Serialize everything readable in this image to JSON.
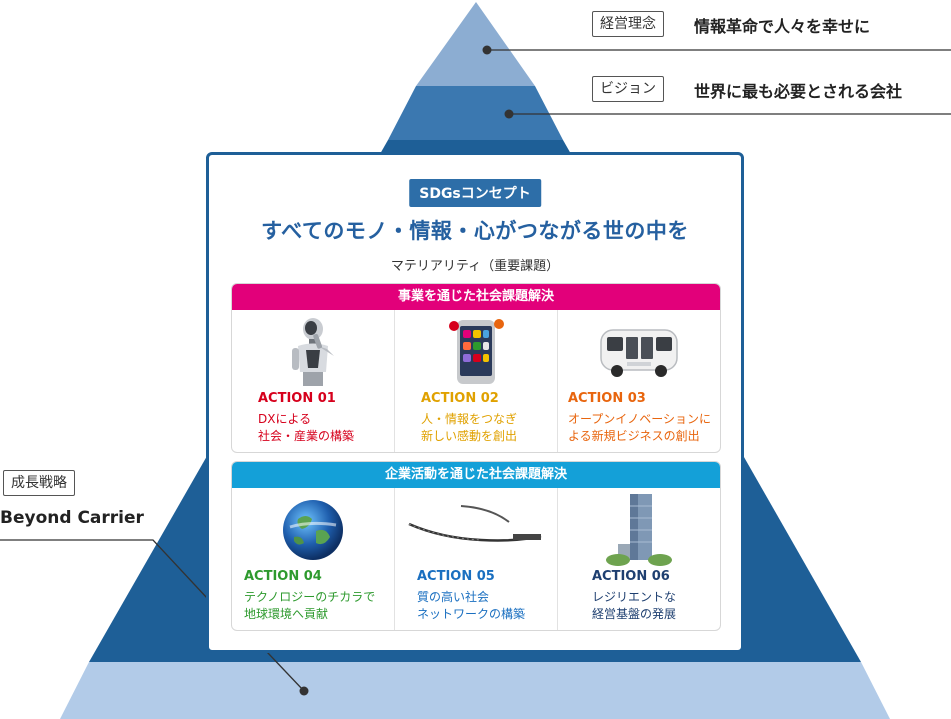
{
  "philosophy": {
    "tag": "経営理念",
    "text": "情報革命で人々を幸せに"
  },
  "vision": {
    "tag": "ビジョン",
    "text": "世界に最も必要とされる会社"
  },
  "strategy": {
    "tag": "成長戦略",
    "text": "Beyond Carrier"
  },
  "concept": {
    "badge": "SDGsコンセプト",
    "headline": "すべてのモノ・情報・心がつながる世の中を",
    "materiality": "マテリアリティ（重要課題）"
  },
  "sections": [
    {
      "title": "事業を通じた社会課題解決",
      "color": "#e2007a",
      "actions": [
        {
          "title": "ACTION 01",
          "line1": "DXによる",
          "line2": "社会・産業の構築",
          "color": "#d6001c",
          "icon": "robot-icon"
        },
        {
          "title": "ACTION 02",
          "line1": "人・情報をつなぎ",
          "line2": "新しい感動を創出",
          "color": "#e0a100",
          "icon": "smartphone-icon"
        },
        {
          "title": "ACTION 03",
          "line1": "オープンイノベーションに",
          "line2": "よる新規ビジネスの創出",
          "color": "#e8650e",
          "icon": "autonomous-bus-icon"
        }
      ]
    },
    {
      "title": "企業活動を通じた社会課題解決",
      "color": "#14a0d8",
      "actions": [
        {
          "title": "ACTION 04",
          "line1": "テクノロジーのチカラで",
          "line2": "地球環境へ貢献",
          "color": "#2e9a2e",
          "icon": "earth-icon"
        },
        {
          "title": "ACTION 05",
          "line1": "質の高い社会",
          "line2": "ネットワークの構築",
          "color": "#1a6fc0",
          "icon": "network-cable-icon"
        },
        {
          "title": "ACTION 06",
          "line1": "レジリエントな",
          "line2": "経営基盤の発展",
          "color": "#1e3f70",
          "icon": "office-building-icon"
        }
      ]
    }
  ],
  "colors": {
    "pyramid_top": "#8cadd2",
    "pyramid_mid": "#3b78b0",
    "pyramid_main": "#1e5f97",
    "pyramid_base": "#b2cbe8"
  }
}
